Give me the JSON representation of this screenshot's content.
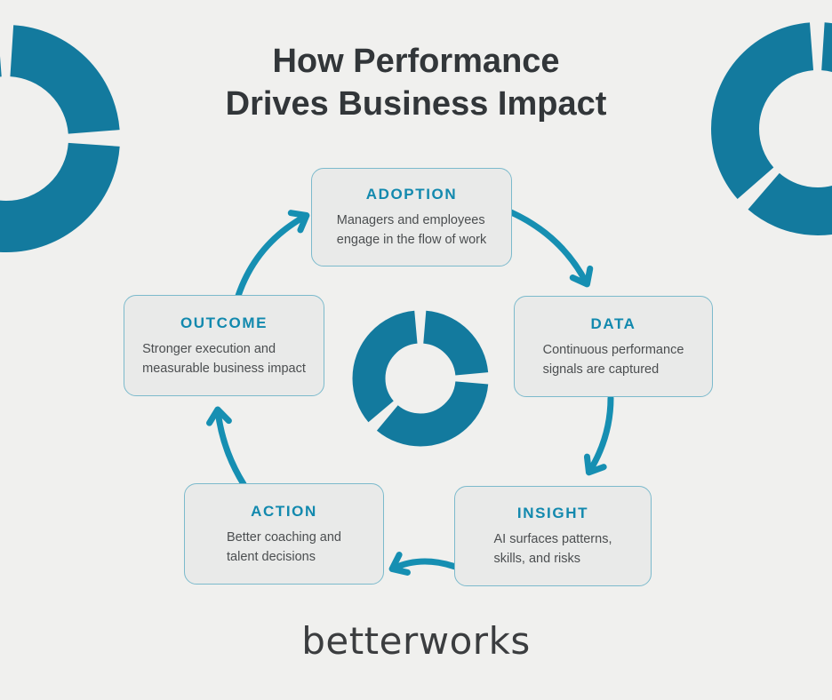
{
  "title": "How Performance\nDrives Business Impact",
  "steps": [
    {
      "label": "ADOPTION",
      "description": "Managers and employees\nengage in the flow of work"
    },
    {
      "label": "DATA",
      "description": "Continuous performance\nsignals are captured"
    },
    {
      "label": "INSIGHT",
      "description": "AI surfaces patterns,\nskills, and risks"
    },
    {
      "label": "ACTION",
      "description": "Better coaching and\ntalent decisions"
    },
    {
      "label": "OUTCOME",
      "description": "Stronger execution and\nmeasurable business impact"
    }
  ],
  "flow_order": [
    "ADOPTION",
    "DATA",
    "INSIGHT",
    "ACTION",
    "OUTCOME"
  ],
  "icons": {
    "center": "donut-chart-icon",
    "top_left": "donut-arc-decoration",
    "top_right": "donut-arc-decoration"
  },
  "logo_text": "betterworks",
  "colors": {
    "background": "#F0F0EE",
    "box_fill": "#E9EAE9",
    "box_border": "#7CBACC",
    "heading_teal": "#1289AE",
    "donut_teal": "#137A9E",
    "arrow_teal": "#168FB2",
    "title_text": "#323639",
    "body_text": "#4B4E50",
    "logo_text": "#3B3D3F"
  }
}
